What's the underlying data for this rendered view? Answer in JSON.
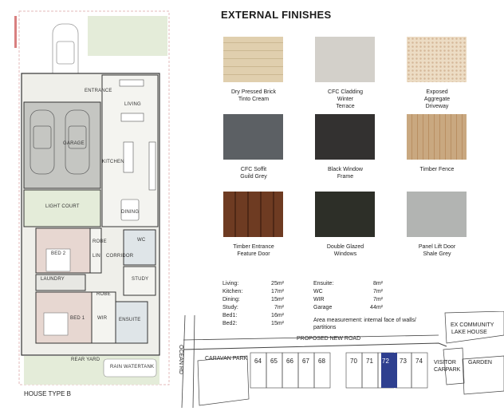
{
  "floorplan": {
    "rooms": {
      "entrance": "ENTRANCE",
      "living": "LIVING",
      "garage": "GARAGE",
      "kitchen": "KITCHEN",
      "light_court": "LIGHT COURT",
      "dining": "DINING",
      "bed2": "BED 2",
      "robe": "ROBE",
      "linen": "LIN",
      "corridor": "CORRIDOR",
      "wc": "WC",
      "laundry": "LAUNDRY",
      "study": "STUDY",
      "robe2": "ROBE",
      "bed1": "BED 1",
      "wir": "WIR",
      "ensuite": "ENSUITE",
      "rear_yard": "REAR YARD",
      "rain_tank": "RAIN WATERTANK"
    },
    "house_type": "HOUSE TYPE B"
  },
  "finishes": {
    "title": "EXTERNAL FINISHES",
    "swatches": [
      {
        "name": "brick",
        "label1": "Dry Pressed Brick",
        "label2": "Tinto Cream",
        "color": "#e0cfae"
      },
      {
        "name": "cladding",
        "label1": "CFC Cladding",
        "label2": "Winter",
        "label3": "Terrace",
        "color": "#d3d0ca"
      },
      {
        "name": "aggregate",
        "label1": "Exposed",
        "label2": "Aggregate",
        "label3": "Driveway",
        "color": "#ecdcc4"
      },
      {
        "name": "soffit",
        "label1": "CFC Soffit",
        "label2": "Guild Grey",
        "color": "#5c6064"
      },
      {
        "name": "window-frame",
        "label1": "Black Window",
        "label2": "Frame",
        "color": "#333130"
      },
      {
        "name": "timber-fence",
        "label1": "Timber Fence",
        "color": "#c9a880"
      },
      {
        "name": "entrance-door",
        "label1": "Timber Entrance",
        "label2": "Feature Door",
        "color": "#6e3b22"
      },
      {
        "name": "glazed-windows",
        "label1": "Double Glazed",
        "label2": "Windows",
        "color": "#2d2f28"
      },
      {
        "name": "lift-door",
        "label1": "Panel Lift Door",
        "label2": "Shale Grey",
        "color": "#b2b4b2"
      }
    ]
  },
  "areas": {
    "left": [
      {
        "name": "Living:",
        "value": "25m²"
      },
      {
        "name": "Kitchen:",
        "value": "17m²"
      },
      {
        "name": "Dining:",
        "value": "15m²"
      },
      {
        "name": "Study:",
        "value": "7m²"
      },
      {
        "name": "Bed1:",
        "value": "16m²"
      },
      {
        "name": "Bed2:",
        "value": "15m²"
      }
    ],
    "right": [
      {
        "name": "Ensuite:",
        "value": "8m²"
      },
      {
        "name": "WC",
        "value": "7m²"
      },
      {
        "name": "WIR",
        "value": "7m²"
      },
      {
        "name": "Garage",
        "value": "44m²"
      }
    ],
    "note": "Area measurement: internal face of walls/ partitions"
  },
  "site": {
    "road": "PROPOSED NEW ROAD",
    "ocean_rd": "OCEAN RD",
    "caravan_park": "CARAVAN PARK",
    "community": "EX COMMUNITY",
    "lake_house": "LAKE HOUSE",
    "visitor": "VISITOR",
    "carpark": "CARPARK",
    "garden": "GARDEN",
    "lots": [
      "64",
      "65",
      "66",
      "67",
      "68",
      "70",
      "71",
      "72",
      "73",
      "74"
    ],
    "highlight_lot": "72",
    "highlight_color": "#2e3f8f"
  }
}
